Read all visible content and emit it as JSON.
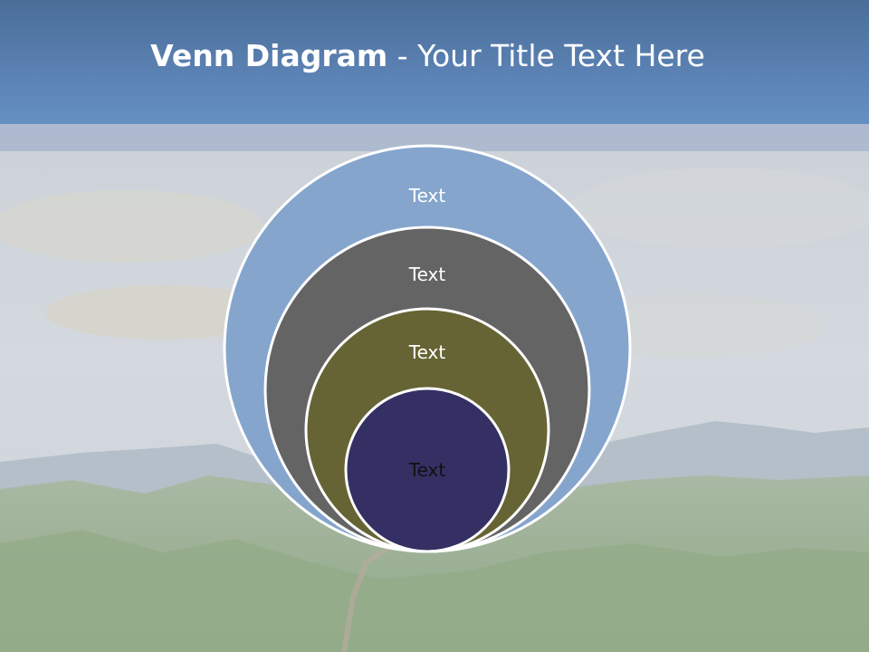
{
  "title": {
    "bold_part": "Venn Diagram",
    "rest_part": " - Your Title Text Here"
  },
  "diagram": {
    "rings": [
      {
        "label": "Text",
        "fill": "#85a5cd",
        "text_color": "#ffffff"
      },
      {
        "label": "Text",
        "fill": "#646464",
        "text_color": "#ffffff"
      },
      {
        "label": "Text",
        "fill": "#666434",
        "text_color": "#ffffff"
      },
      {
        "label": "Text",
        "fill": "#343063",
        "text_color": "#111111"
      }
    ]
  },
  "colors": {
    "title_bar": "#5b82b4",
    "ring_outline": "#ffffff"
  }
}
